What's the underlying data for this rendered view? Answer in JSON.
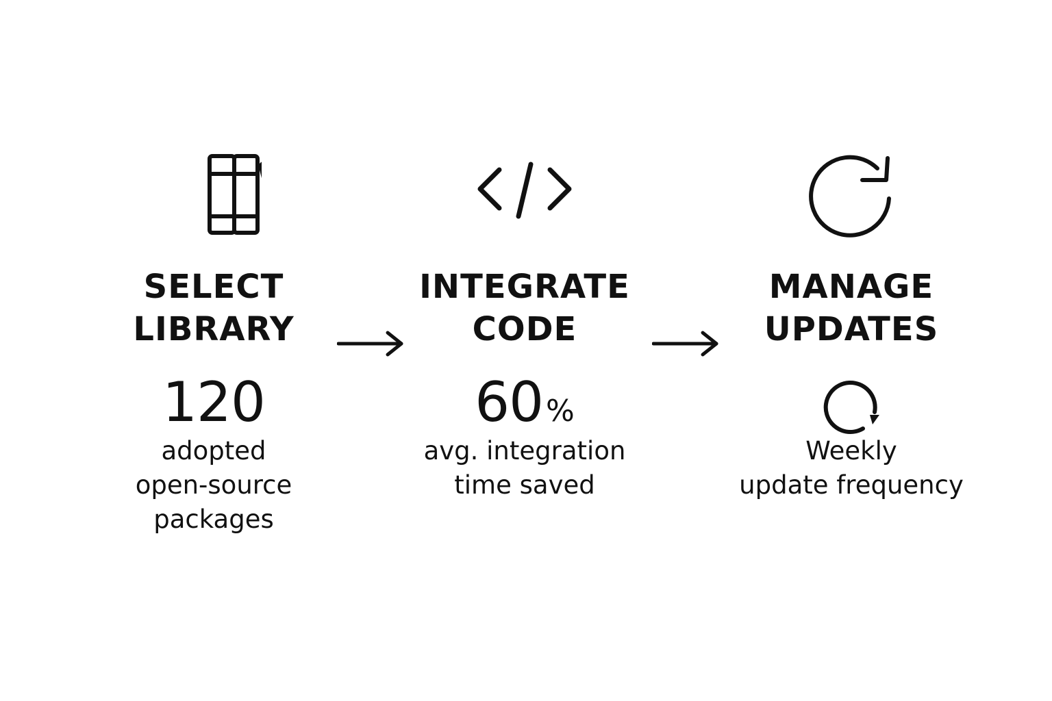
{
  "steps": [
    {
      "icon": "books-icon",
      "title_lines": [
        "SELECT",
        "LIBRARY"
      ],
      "metric_value": "120",
      "metric_unit": "",
      "desc_lines": [
        "adopted",
        "open-source",
        "packages"
      ]
    },
    {
      "icon": "code-brackets-icon",
      "title_lines": [
        "INTEGRATE",
        "CODE"
      ],
      "metric_value": "60",
      "metric_unit": "%",
      "desc_lines": [
        "avg. integration",
        "time saved"
      ]
    },
    {
      "icon": "refresh-icon",
      "title_lines": [
        "MANAGE",
        "UPDATES"
      ],
      "metric_icon": "refresh-small-icon",
      "desc_lines": [
        "Weekly",
        "update frequency"
      ]
    }
  ],
  "connectors": [
    "arrow-right-icon",
    "arrow-right-icon"
  ],
  "colors": {
    "ink": "#111111",
    "background": "#ffffff"
  }
}
